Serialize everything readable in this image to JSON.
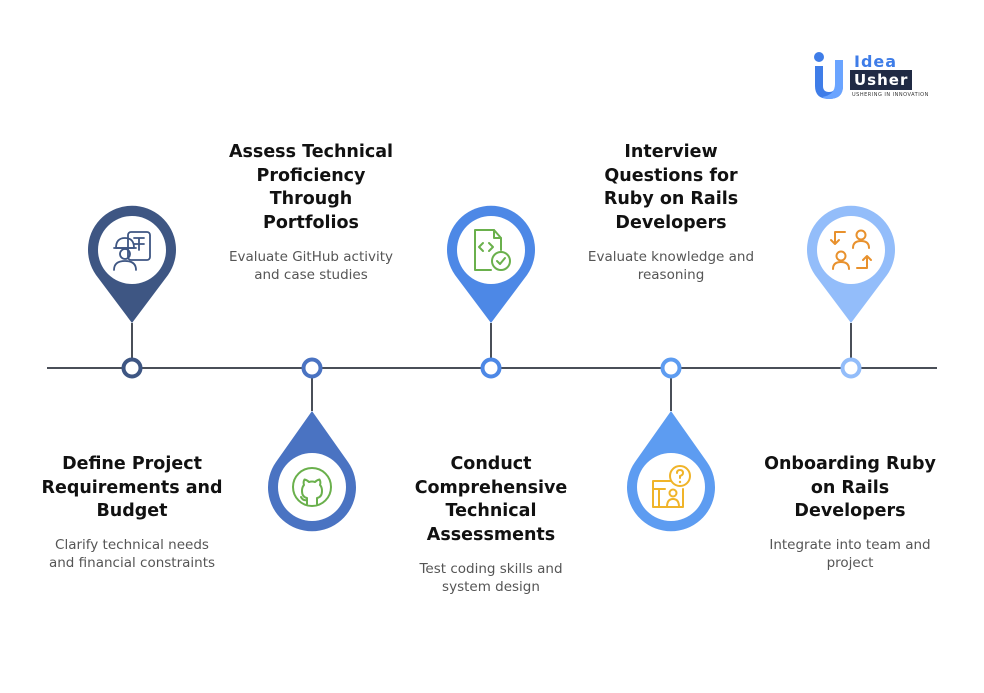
{
  "logo": {
    "name_top": "Idea",
    "name_bottom": "Usher",
    "tagline": "USHERING IN INNOVATION"
  },
  "steps": [
    {
      "title_lines": [
        "Define Project",
        "Requirements and",
        "Budget"
      ],
      "desc_lines": [
        "Clarify technical needs",
        "and financial constraints"
      ],
      "icon": "engineer-blueprint-icon",
      "color": "#3e5683",
      "pin_position": "above"
    },
    {
      "title_lines": [
        "Assess Technical",
        "Proficiency",
        "Through",
        "Portfolios"
      ],
      "desc_lines": [
        "Evaluate GitHub activity",
        "and case studies"
      ],
      "icon": "github-icon",
      "color": "#4a73c2",
      "pin_position": "below"
    },
    {
      "title_lines": [
        "Conduct",
        "Comprehensive",
        "Technical",
        "Assessments"
      ],
      "desc_lines": [
        "Test coding skills and",
        "system design"
      ],
      "icon": "code-document-check-icon",
      "color": "#4d88e6",
      "pin_position": "above"
    },
    {
      "title_lines": [
        "Interview",
        "Questions for",
        "Ruby on Rails",
        "Developers"
      ],
      "desc_lines": [
        "Evaluate knowledge and",
        "reasoning"
      ],
      "icon": "interview-question-icon",
      "color": "#5d9cf1",
      "pin_position": "below"
    },
    {
      "title_lines": [
        "Onboarding Ruby",
        "on Rails",
        "Developers"
      ],
      "desc_lines": [
        "Integrate into team and",
        "project"
      ],
      "icon": "team-exchange-icon",
      "color": "#93bdfa",
      "pin_position": "above"
    }
  ],
  "colors": {
    "timeline": "#4a4f58",
    "title_text": "#111111",
    "desc_text": "#555555",
    "icon_green": "#6ab04c",
    "icon_orange": "#e8912d",
    "icon_yellow": "#f0b429"
  }
}
